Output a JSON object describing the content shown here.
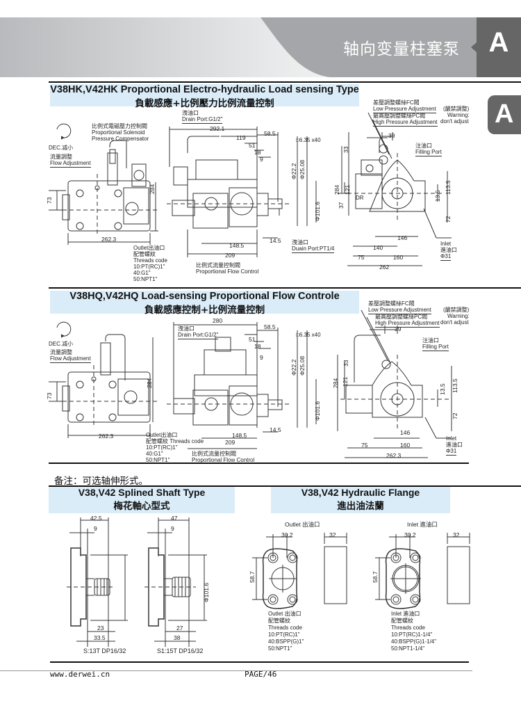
{
  "header": {
    "title": "轴向变量柱塞泵",
    "section_letter": "A",
    "side_tab_letter": "A"
  },
  "section1": {
    "title_en": "V38HK,V42HK Proportional Electro-hydraulic Load sensing Type",
    "title_cn": "負載感應+比例壓力比例流量控制",
    "rotation": "DEC.减小",
    "flow_adj_cn": "流量調整",
    "flow_adj_en": "Flow Adjustment",
    "solenoid_cn": "比例式電磁壓力控制閥",
    "solenoid_en1": "Proportional Solenoid",
    "solenoid_en2": "Pressure Compensator",
    "drain_cn": "洩油口",
    "drain_en": "Drain Port:G1/2\"",
    "shaft_key": "□6.35 x40",
    "low_adj_cn": "差壓調整螺絲FC閥",
    "low_adj_en": "Low Pressure Adjustment",
    "high_adj_cn": "最高壓調整螺絲PC閥",
    "high_adj_en": "High Pressure Adjustment",
    "warning_cn": "(嚴禁調整)",
    "warning_en1": "Warning:",
    "warning_en2": "don't adjust",
    "filling_cn": "注油口",
    "filling_en": "Filling Port",
    "dr_label": "DR",
    "duain_cn": "洩油口",
    "duain_en": "Duain Port:PT1/4",
    "inlet_en": "Inlet",
    "inlet_cn": "進油口",
    "inlet_dia": "Φ31",
    "outlet_cn": "Outlet出油口",
    "outlet_thread_cn": "配管螺紋",
    "outlet_thread_en": "Threads code",
    "outlet_codes": [
      "10:PT(RC)1\"",
      "40:G1\"",
      "50:NPT1\""
    ],
    "flow_ctrl_cn": "比例式流量控制閥",
    "flow_ctrl_en": "Proportional Flow Control",
    "dims": {
      "d73": "73",
      "d284": "284",
      "d262_3": "262.3",
      "d292_1": "292.1",
      "d119": "119",
      "d51": "51",
      "d18": "18",
      "d9": "9",
      "d58_5": "58.5",
      "d148_5": "148.5",
      "d14_5": "14.5",
      "d209": "209",
      "phi22": "Φ22.2",
      "phi25": "Φ25.08",
      "phi101": "Φ101.6",
      "r284": "284",
      "r121": "121",
      "r37": "37",
      "r33": "33",
      "r39": "39",
      "r13_5": "13.5",
      "r113_5": "113.5",
      "r72": "72",
      "r146": "146",
      "r140": "140",
      "r75": "75",
      "r160": "160",
      "r262": "262"
    }
  },
  "section2": {
    "title_en": "V38HQ,V42HQ Load-sensing Proportional Flow Controle",
    "title_cn": "負載感應控制+比例流量控制",
    "rotation": "DEC.减小",
    "flow_adj_cn": "流量調整",
    "flow_adj_en": "Flow Adjustment",
    "drain_cn": "洩油口",
    "drain_en": "Drain Port:G1/2\"",
    "shaft_key": "□6.35 x40",
    "low_adj_cn": "差壓調整螺絲FC閥",
    "low_adj_en": "Low Pressure Adjustment",
    "high_adj_cn": "最高壓調整螺絲PC閥",
    "high_adj_en": "High Pressure Adjustment",
    "warning_cn": "(嚴禁調整)",
    "warning_en1": "Warning:",
    "warning_en2": "don't adjust",
    "filling_cn": "注油口",
    "filling_en": "Filling Port",
    "inlet_en": "Inlet",
    "inlet_cn": "進油口",
    "inlet_dia": "Φ31",
    "outlet_cn": "Outlet出油口",
    "outlet_thread": "配管螺紋 Threads code",
    "outlet_codes": [
      "10:PT(RC)1\"",
      "40:G1\"",
      "50:NPT1\""
    ],
    "flow_ctrl_cn": "比例式流量控制閥",
    "flow_ctrl_en": "Proportional Flow Control",
    "dims": {
      "d73": "73",
      "d284": "284",
      "d262_3": "262.3",
      "d280": "280",
      "d51": "51",
      "d18": "18",
      "d9": "9",
      "d58_5": "58.5",
      "d148_5": "148.5",
      "d14_5": "14.5",
      "d209": "209",
      "phi22": "Φ22.2",
      "phi25": "Φ25.08",
      "phi101": "Φ101.6",
      "r284": "284",
      "r121": "121",
      "r33": "33",
      "r39": "39",
      "r13_5": "13.5",
      "r113_5": "113.5",
      "r72": "72",
      "r146": "146",
      "r75": "75",
      "r160": "160",
      "r262_3": "262.3"
    }
  },
  "note": "备注：可选轴伸形式。",
  "splined": {
    "title_en": "V38,V42 Splined Shaft Type",
    "title_cn": "梅花軸心型式",
    "s": {
      "d42_5": "42.5",
      "d9": "9",
      "d23": "23",
      "d33_5": "33.5",
      "caption": "S:13T DP16/32"
    },
    "s1": {
      "d47": "47",
      "d9": "9",
      "d27": "27",
      "d38": "38",
      "caption": "S1:15T DP16/32",
      "phi": "Φ101.6"
    }
  },
  "flange": {
    "title_en": "V38,V42 Hydraulic Flange",
    "title_cn": "進出油法蘭",
    "outlet": {
      "label": "Outlet 出油口",
      "d30_2": "30.2",
      "d32": "32",
      "d58_7": "58.7",
      "thread_lines": [
        "Outlet 出油口",
        "配管螺紋",
        "Threads code",
        "10:PT(RC)1\"",
        "40:BSPP(G)1\"",
        "50:NPT1\""
      ]
    },
    "inlet": {
      "label": "Inlet 進油口",
      "d30_2": "30.2",
      "d32": "32",
      "d58_7": "58.7",
      "thread_lines": [
        "Inlet 進油口",
        "配管螺紋",
        "Threads code",
        "10:PT(RC)1-1/4\"",
        "40:BSPP(G)1-1/4\"",
        "50:NPT1-1/4\""
      ]
    }
  },
  "footer": {
    "website": "www.derwei.cn",
    "page": "PAGE/46"
  }
}
